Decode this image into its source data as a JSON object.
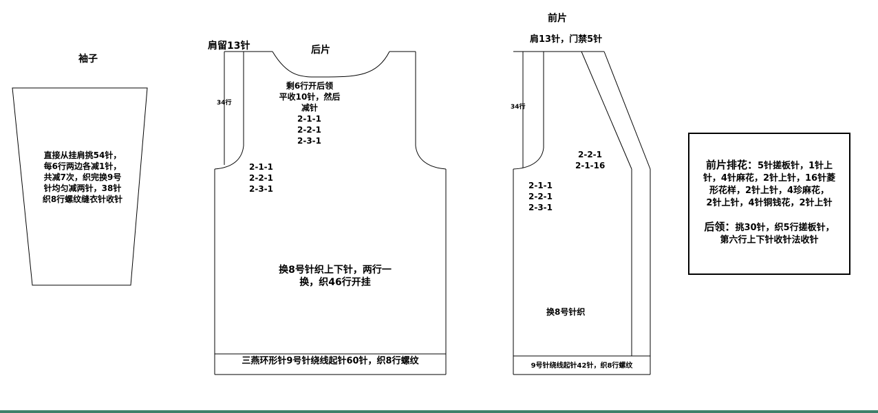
{
  "sleeve": {
    "title": "袖子",
    "notes": [
      "直接从挂肩挑54针，",
      "每6行两边各减1针，",
      "共减7次，织完换9号",
      "针均匀减两针，38针",
      "织8行螺纹缝衣针收针"
    ]
  },
  "back": {
    "title": "后片",
    "shoulder_label": "肩留13针",
    "row_label": "34行",
    "neck_notes": [
      "剩6行开后领",
      "平收10针，然后",
      "减针"
    ],
    "neck_decreases": [
      "2-1-1",
      "2-2-1",
      "2-3-1"
    ],
    "armhole_decreases": [
      "2-1-1",
      "2-2-1",
      "2-3-1"
    ],
    "body_notes": [
      "换8号针织上下针，两行一",
      "换，织46行开挂"
    ],
    "ribbing_note": "三燕环形针9号针绕线起针60针，织8行螺纹"
  },
  "front": {
    "title": "前片",
    "shoulder_label": "肩13针，门禁5针",
    "row_label": "34行",
    "neck_decreases": [
      "2-2-1",
      "2-1-16"
    ],
    "armhole_decreases": [
      "2-1-1",
      "2-2-1",
      "2-3-1"
    ],
    "body_note": "换8号针织",
    "ribbing_note": "9号针绕线起针42针，织8行螺纹"
  },
  "notes_box": {
    "pattern_heading": "前片排花：",
    "pattern_first_line": "5针搓板针，1针上",
    "pattern_lines": [
      "针，4针麻花，2针上针，16针菱",
      "形花样，2针上针，4珍麻花，",
      "2针上针，4针铜钱花，2针上针"
    ],
    "neck_heading": "后领：",
    "neck_first_line": "挑30针，织5行搓板针，",
    "neck_lines": [
      "第六行上下针收针法收针"
    ]
  }
}
